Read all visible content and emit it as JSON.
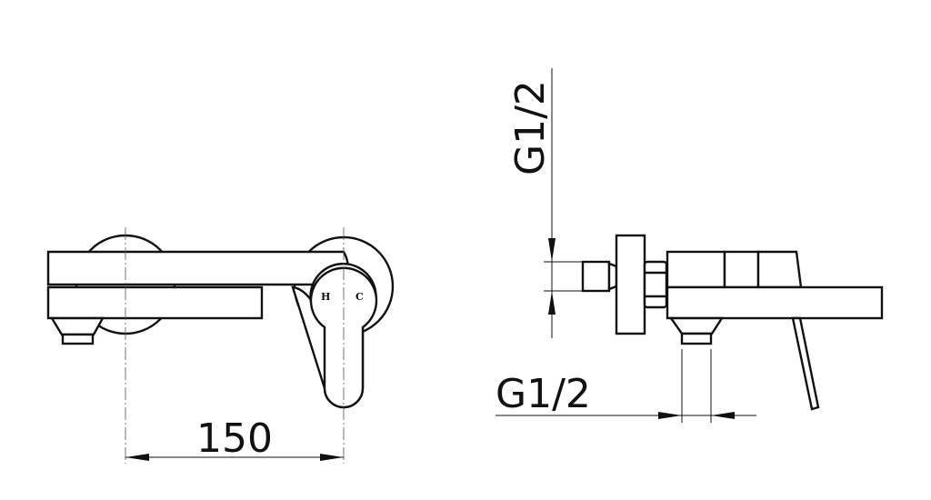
{
  "front_view": {
    "dimension_width": "150",
    "handle_hot_label": "H",
    "handle_cold_label": "C"
  },
  "side_view": {
    "dimension_inlet_thread": "G1/2",
    "dimension_outlet_thread": "G1/2"
  }
}
